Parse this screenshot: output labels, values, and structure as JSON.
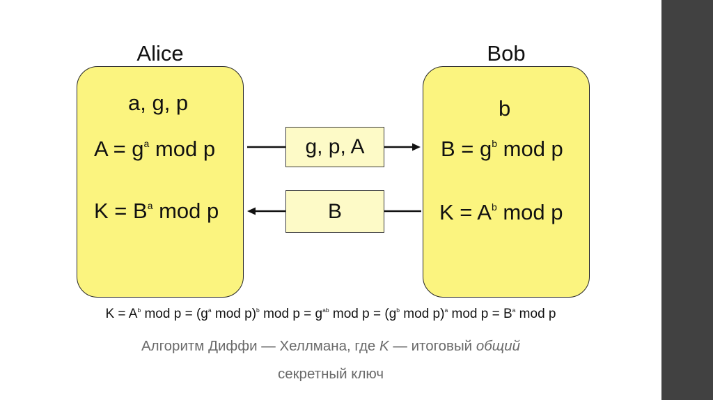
{
  "alice": {
    "title": "Alice",
    "params": "a, g, p",
    "public_key": {
      "lhs": "A = g",
      "exp": "a",
      "rhs": " mod p"
    },
    "shared_key": {
      "lhs": "K = B",
      "exp": "a",
      "rhs": " mod p"
    }
  },
  "bob": {
    "title": "Bob",
    "params": "b",
    "public_key": {
      "lhs": "B = g",
      "exp": "b",
      "rhs": " mod p"
    },
    "shared_key": {
      "lhs": "K = A",
      "exp": "b",
      "rhs": " mod p"
    }
  },
  "messages": {
    "to_bob": "g, p, A",
    "to_alice": "B"
  },
  "formula": {
    "p1": "K = A",
    "e1": "b",
    "p2": " mod p = (g",
    "e2": "a",
    "p3": " mod p)",
    "e3": "b",
    "p4": " mod p = g",
    "e4": "ab",
    "p5": " mod p = (g",
    "e5": "b",
    "p6": " mod p)",
    "e6": "a",
    "p7": " mod p = B",
    "e7": "a",
    "p8": " mod p"
  },
  "caption": {
    "part1": "Алгоритм Диффи — Хеллмана, где ",
    "k": "K",
    "part2": " — итоговый ",
    "italic": "общий",
    "line2": "секретный ключ"
  },
  "colors": {
    "party_box": "#fbf47f",
    "message_box": "#fdfac7",
    "side_bar": "#414141"
  }
}
